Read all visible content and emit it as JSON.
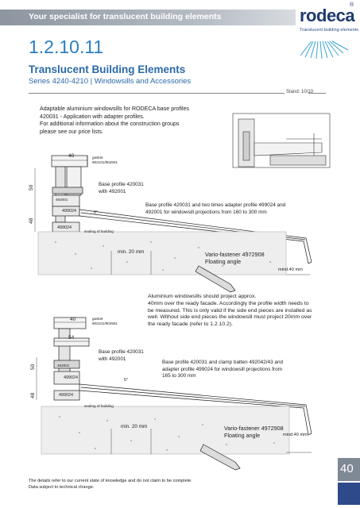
{
  "header": {
    "tagline": "Your specialist for translucent building elements",
    "logo_word": "rodeca",
    "logo_tagline": "Translucent building elements",
    "registered_mark": "®"
  },
  "section_number": "1.2.10.11",
  "title": "Translucent Building Elements",
  "subtitle": "Series 4240-4210 | Windowsills and Accessories",
  "stand": "Stand: 10/10",
  "intro": [
    "Adaptable aluminium windowsills for RODECA base profiles",
    "420031 - Application with adapter profiles.",
    "For additional information about the construction groups",
    "please see our price lists."
  ],
  "detail_top": {
    "dim_40": "40",
    "dim_50": "50",
    "dim_48": "48",
    "gasket": "gasket\n902101/902901",
    "base_profile": "Base profile 420031\nwith 492001",
    "label_492001": "492001",
    "label_499024_a": "499024",
    "label_499024_b": "499024",
    "angle": "5°",
    "sealing": "sealing of building",
    "caption": "Base profile 420031 and two times adapter profile 499024 and\n492001 for windowsill projections from 160 to 300 mm",
    "min_depth": "min. 20 mm",
    "vario_title": "Vario-fastener 4972908",
    "vario_sub": "Floating angle",
    "min40": "mind.40 mm"
  },
  "note_mid": "Aluminium windowsills should project approx.\n40mm over the ready facade. Accordingly the profile width needs to\nbe measured. This is only valid if the side end pieces are installed as\nwell. Without side end pieces the windowsill must project 20mm over\nthe ready facade (refer to 1.2.10.2).",
  "detail_bottom": {
    "dim_40": "40",
    "dim_54": "54",
    "dim_50": "50",
    "dim_48": "48",
    "gasket": "gasket\n902101/902901",
    "base_profile": "Base profile 420031\nwith 492001",
    "label_492001": "492001",
    "label_499024_a": "499024",
    "label_499024_b": "499024",
    "angle": "5°",
    "sealing": "sealing of building",
    "caption": "Base profile 420031 and clamp batten 492042/43 and\nadapter profile 499024 for windowsill projections from\n165 to 300 mm",
    "min_depth": "min. 20 mm",
    "vario_title": "Vario-fastener 4972908",
    "vario_sub": "Floating angle",
    "min40": "mind.40 mm"
  },
  "page_number": "40",
  "footer": [
    "The details refer to our current state of knowledge and do not claim to be complete.",
    "Data subject to technical change."
  ],
  "colors": {
    "accent_blue": "#2a7fc1",
    "header_band": "#8d95a0",
    "logo_navy": "#1f3a6e"
  }
}
